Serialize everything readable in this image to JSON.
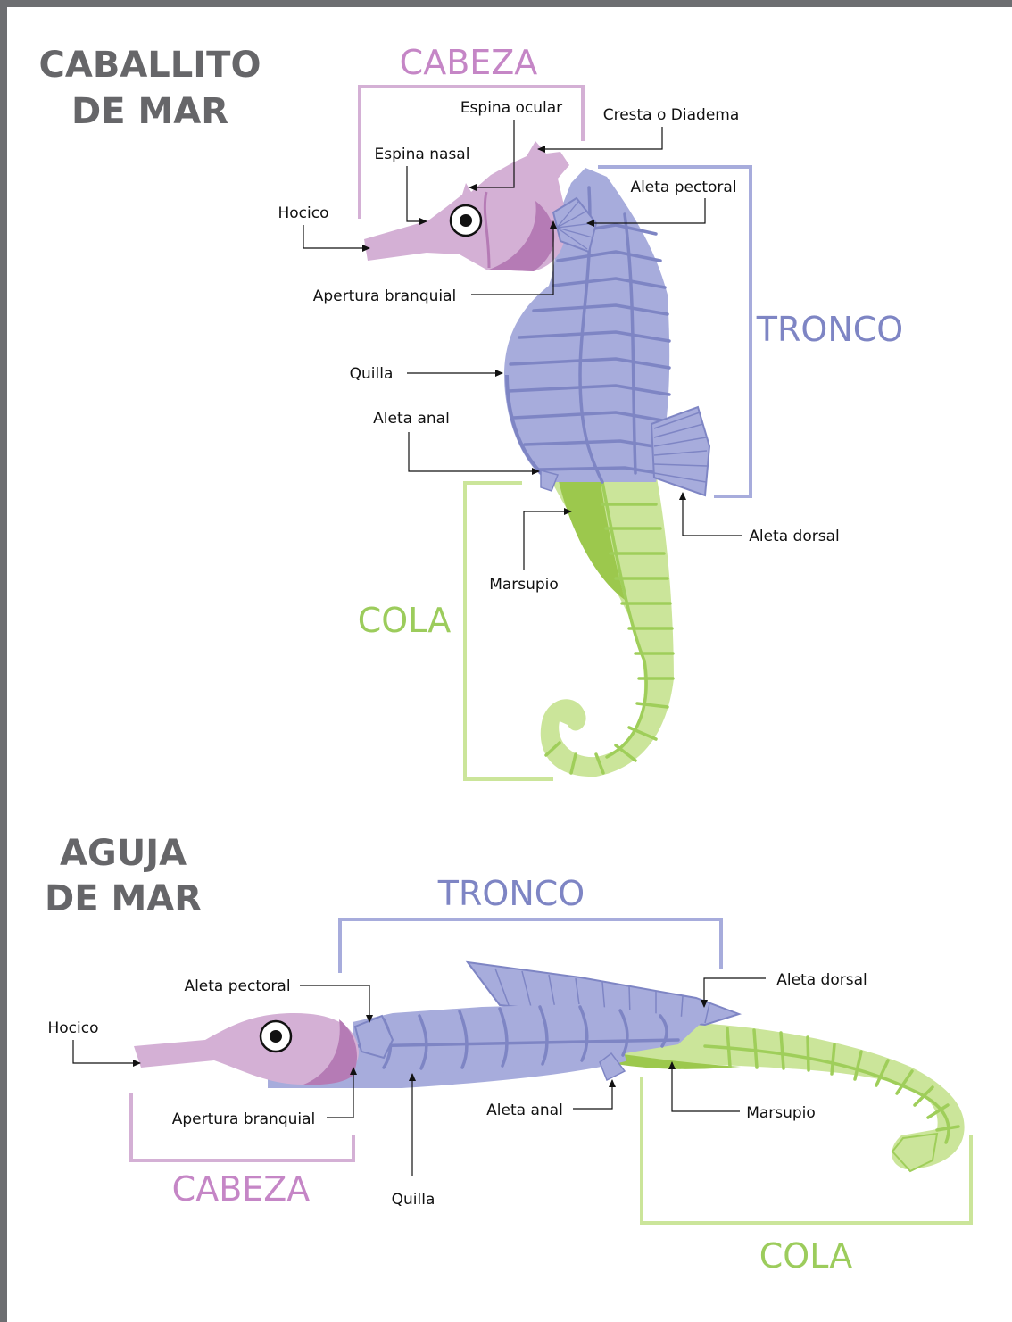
{
  "colors": {
    "head": "#d4b0d5",
    "head_dark": "#b57bb5",
    "trunk": "#a7acdc",
    "trunk_dark": "#7e85c4",
    "tail": "#cbe59a",
    "tail_dark": "#9fce5a",
    "marsupio": "#9cc84d",
    "border": "#6d6e71",
    "title": "#666669",
    "cabeza_text": "#c586c6",
    "tronco_text": "#7e85c4",
    "cola_text": "#9ccc5c"
  },
  "seahorse": {
    "title_line1": "CABALLITO",
    "title_line2": "DE MAR",
    "sections": {
      "cabeza": "CABEZA",
      "tronco": "TRONCO",
      "cola": "COLA"
    },
    "labels": {
      "hocico": "Hocico",
      "espina_nasal": "Espina nasal",
      "espina_ocular": "Espina ocular",
      "cresta": "Cresta o Diadema",
      "aleta_pectoral": "Aleta pectoral",
      "apertura_branquial": "Apertura branquial",
      "quilla": "Quilla",
      "aleta_anal": "Aleta anal",
      "marsupio": "Marsupio",
      "aleta_dorsal": "Aleta dorsal"
    }
  },
  "pipefish": {
    "title_line1": "AGUJA",
    "title_line2": "DE MAR",
    "sections": {
      "tronco": "TRONCO",
      "cabeza": "CABEZA",
      "cola": "COLA"
    },
    "labels": {
      "aleta_pectoral": "Aleta pectoral",
      "aleta_dorsal": "Aleta dorsal",
      "hocico": "Hocico",
      "apertura_branquial": "Apertura branquial",
      "aleta_anal": "Aleta anal",
      "marsupio": "Marsupio",
      "quilla": "Quilla"
    }
  }
}
